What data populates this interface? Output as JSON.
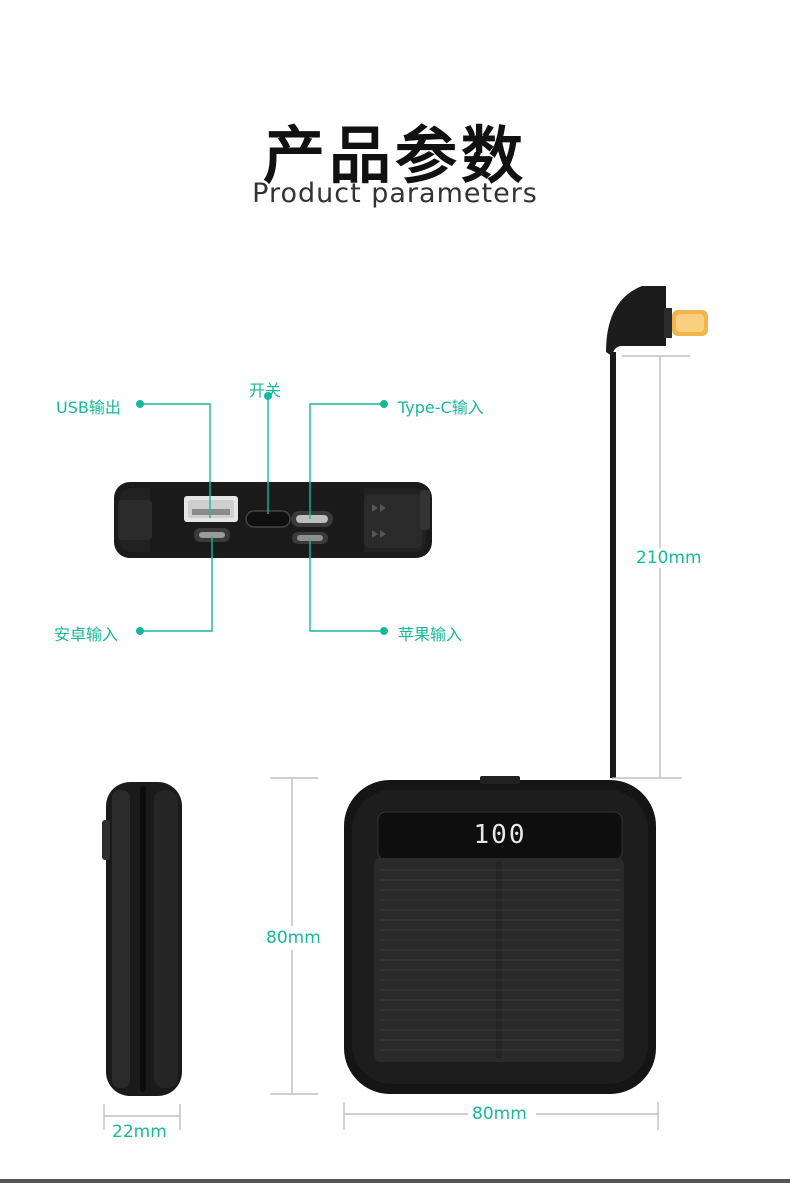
{
  "header": {
    "title_cn": "产品参数",
    "title_en": "Product parameters"
  },
  "ports": {
    "usb_output": "USB输出",
    "power_switch": "开关",
    "typec_input": "Type-C输入",
    "android_input": "安卓输入",
    "apple_input": "苹果输入"
  },
  "display": {
    "battery_readout": "100"
  },
  "dimensions": {
    "cable_length": "210mm",
    "height": "80mm",
    "width": "80mm",
    "thickness": "22mm"
  },
  "colors": {
    "accent": "#18b89a",
    "device": "#1c1c1c",
    "connector_gold": "#f2b54a"
  }
}
